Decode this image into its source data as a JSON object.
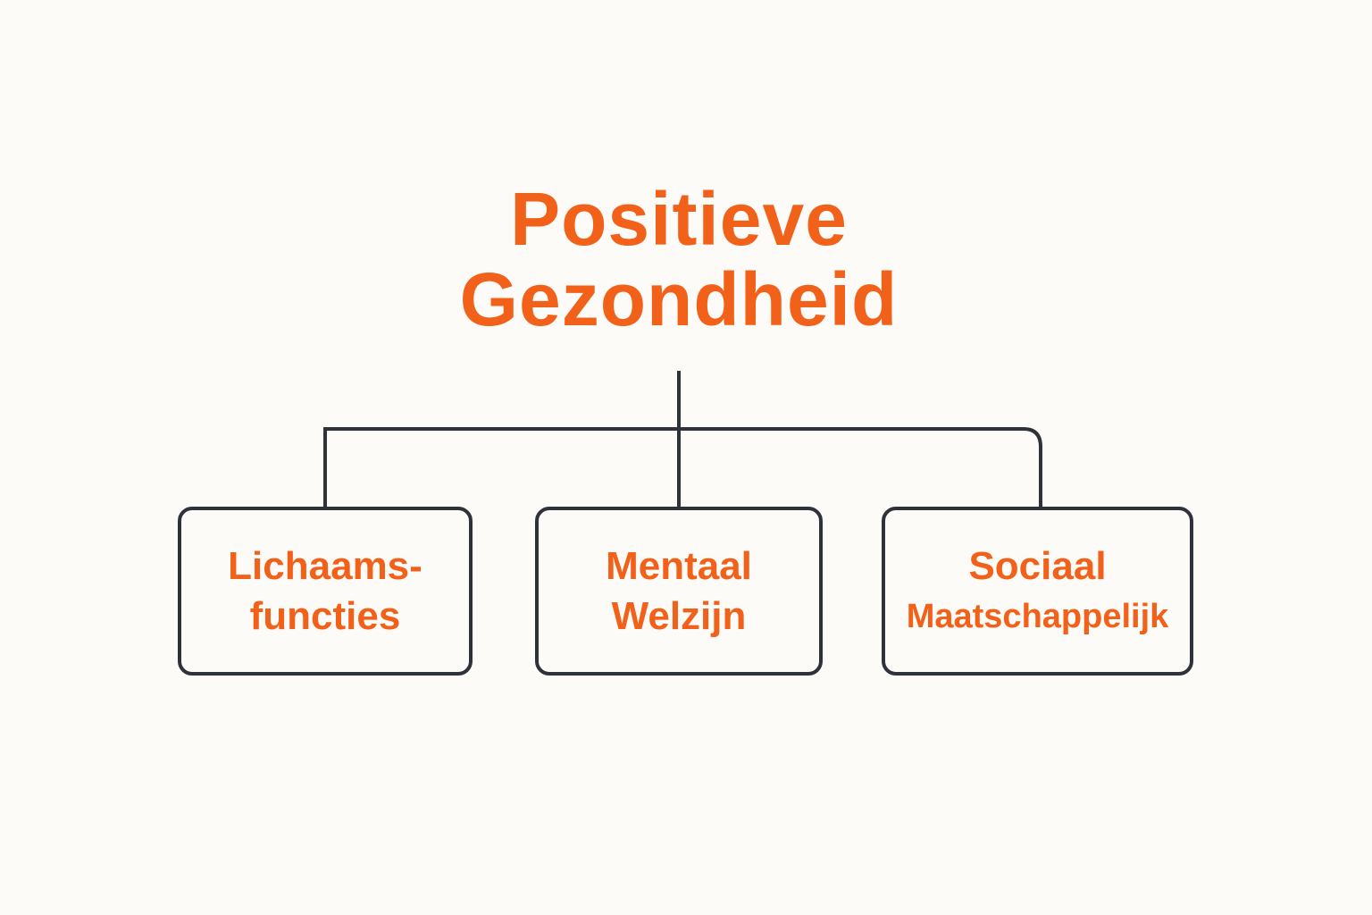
{
  "colors": {
    "accent": "#f2611a",
    "line": "#2f3238",
    "background": "#fdfbf8"
  },
  "title": {
    "line1": "Positieve",
    "line2": "Gezondheid"
  },
  "boxes": [
    {
      "line1": "Lichaams-",
      "line2": "functies"
    },
    {
      "line1": "Mentaal",
      "line2": "Welzijn"
    },
    {
      "line1": "Sociaal",
      "line2": "Maatschappelijk"
    }
  ]
}
